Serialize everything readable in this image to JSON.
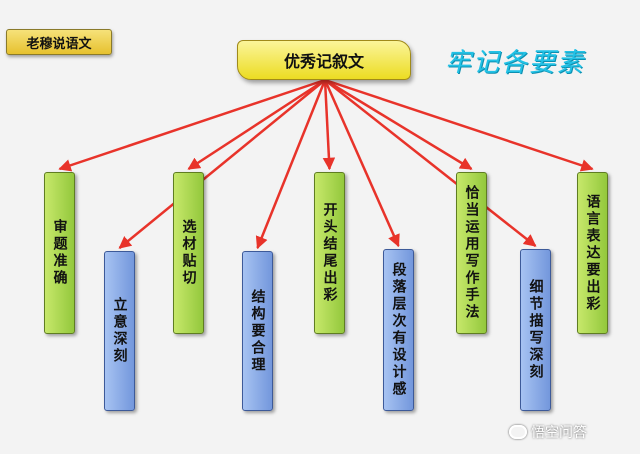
{
  "badge": "老穆说语文",
  "title": "优秀记叙文",
  "slogan": "牢记各要素",
  "nodes": [
    {
      "label": "审题准确",
      "color": "green"
    },
    {
      "label": "立意深刻",
      "color": "blue"
    },
    {
      "label": "选材贴切",
      "color": "green"
    },
    {
      "label": "结构要合理",
      "color": "blue"
    },
    {
      "label": "开头结尾出彩",
      "color": "green"
    },
    {
      "label": "段落层次有设计感",
      "color": "blue"
    },
    {
      "label": "恰当运用写作手法",
      "color": "green"
    },
    {
      "label": "细节描写深刻",
      "color": "blue"
    },
    {
      "label": "语言表达要出彩",
      "color": "green"
    }
  ],
  "watermark": "悟空问答",
  "colors": {
    "arrow": "#e8332a",
    "green": "#9fd048",
    "blue": "#86a6e6",
    "slogan": "#22c2e6"
  }
}
